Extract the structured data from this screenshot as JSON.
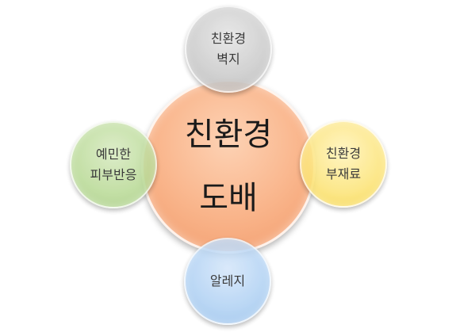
{
  "diagram": {
    "center": {
      "line1": "친환경",
      "line2": "도배",
      "color": "#f9b48a"
    },
    "top": {
      "line1": "친환경",
      "line2": "벽지",
      "color": "#c9c9c9"
    },
    "left": {
      "line1": "예민한",
      "line2": "피부반응",
      "color": "#b9da96"
    },
    "right": {
      "line1": "친환경",
      "line2": "부재료",
      "color": "#fce477"
    },
    "bottom": {
      "line1": "알레지",
      "color": "#aed0f3"
    }
  }
}
